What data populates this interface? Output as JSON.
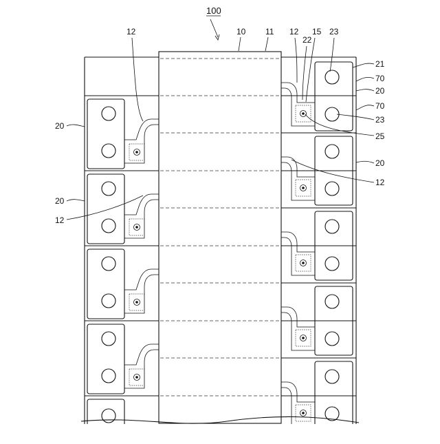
{
  "figure": {
    "ref_main": "100",
    "labels": {
      "sheet": "10",
      "edge": "11",
      "lead": "12",
      "layer": "15",
      "part22": "22",
      "hole": "23",
      "part21": "21",
      "part70": "70",
      "cell": "20",
      "part25": "25"
    }
  }
}
